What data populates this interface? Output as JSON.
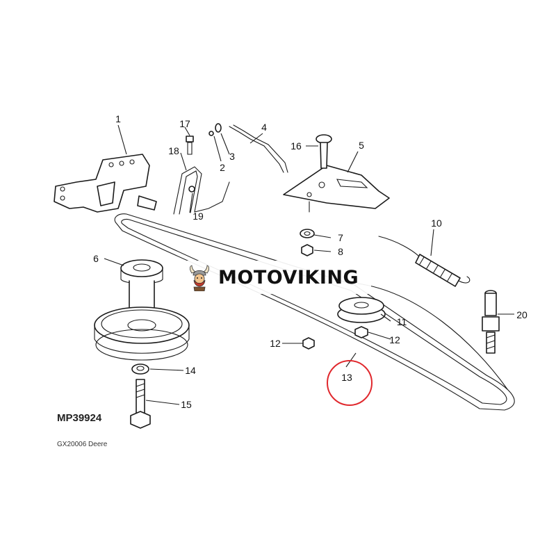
{
  "figure_id": "MP39924",
  "credit": "GX20006 Deere",
  "watermark": {
    "text": "MOTOVIKING",
    "icon": "viking-mascot-icon"
  },
  "highlight": {
    "target": "13",
    "color": "#e0282d"
  },
  "callouts": [
    "1",
    "2",
    "3",
    "4",
    "5",
    "6",
    "7",
    "8",
    "10",
    "11",
    "12",
    "12",
    "13",
    "14",
    "15",
    "16",
    "17",
    "18",
    "19",
    "20"
  ]
}
